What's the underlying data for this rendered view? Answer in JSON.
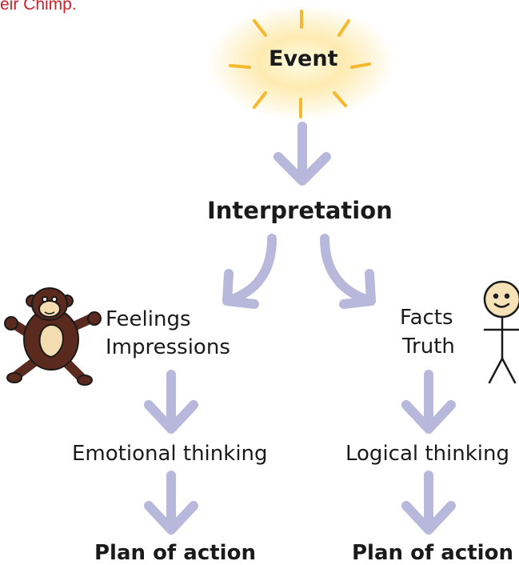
{
  "caption": "eir Chimp.",
  "nodes": {
    "event": "Event",
    "interpretation": "Interpretation",
    "feelings": "Feelings",
    "impressions": "Impressions",
    "facts": "Facts",
    "truth": "Truth",
    "emotional": "Emotional thinking",
    "logical": "Logical thinking",
    "plan_left": "Plan of action",
    "plan_right": "Plan of action"
  },
  "colors": {
    "caption": "#cc2229",
    "arrow": "#b8b8dc",
    "sun_glow": "#fde9a8",
    "sun_rays": "#f5b82e",
    "chimp": "#5a2a1e",
    "chimp_face": "#f3ddb0"
  },
  "icons": {
    "sun": "sun-burst-icon",
    "chimp": "chimp-icon",
    "human": "stick-figure-icon"
  }
}
